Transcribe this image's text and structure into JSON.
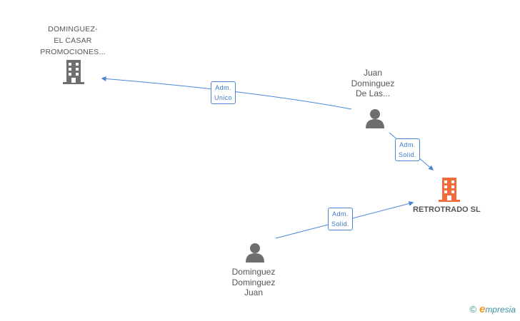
{
  "nodes": {
    "company_top": {
      "lines": [
        "DOMINGUEZ-",
        "EL CASAR",
        "PROMOCIONES..."
      ]
    },
    "person_juan_las": {
      "lines": [
        "Juan",
        "Dominguez",
        "De Las..."
      ]
    },
    "main_company": {
      "label": "RETROTRADO SL",
      "color": "#f26b3a"
    },
    "person_juan": {
      "lines": [
        "Dominguez",
        "Dominguez",
        "Juan"
      ]
    }
  },
  "edges": {
    "adm_unico": [
      "Adm.",
      "Unico"
    ],
    "adm_solid_1": [
      "Adm.",
      "Solid."
    ],
    "adm_solid_2": [
      "Adm.",
      "Solid."
    ]
  },
  "colors": {
    "edge": "#4a86d6",
    "icon_gray": "#6e6e6e",
    "icon_main": "#f26b3a"
  },
  "brand": {
    "copyright": "©",
    "e": "e",
    "rest": "mpresia"
  }
}
